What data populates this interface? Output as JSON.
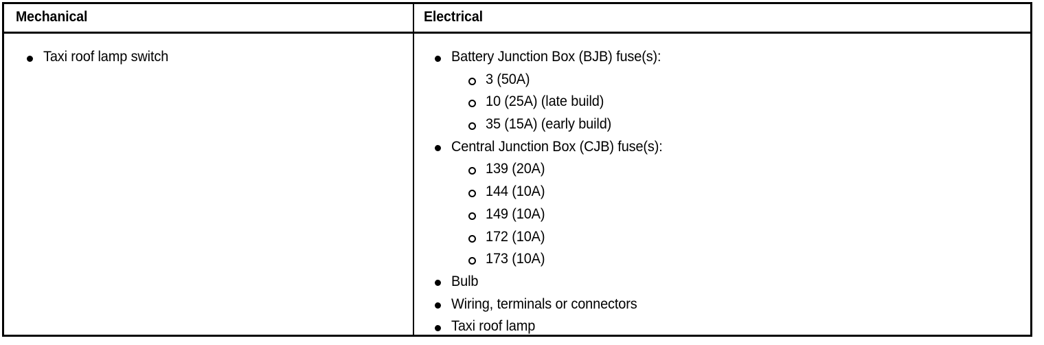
{
  "table": {
    "columns": [
      {
        "header": "Mechanical"
      },
      {
        "header": "Electrical"
      }
    ],
    "mechanical": {
      "items": [
        {
          "marker": "disc",
          "text": "Taxi roof lamp switch"
        }
      ]
    },
    "electrical": {
      "items": [
        {
          "marker": "disc",
          "text": "Battery Junction Box (BJB) fuse(s):",
          "children": [
            {
              "marker": "circle",
              "text": "3 (50A)"
            },
            {
              "marker": "circle",
              "text": "10 (25A) (late build)"
            },
            {
              "marker": "circle",
              "text": "35 (15A) (early build)"
            }
          ]
        },
        {
          "marker": "disc",
          "text": "Central Junction Box (CJB) fuse(s):",
          "children": [
            {
              "marker": "circle",
              "text": "139 (20A)"
            },
            {
              "marker": "circle",
              "text": "144 (10A)"
            },
            {
              "marker": "circle",
              "text": "149 (10A)"
            },
            {
              "marker": "circle",
              "text": "172 (10A)"
            },
            {
              "marker": "circle",
              "text": "173 (10A)"
            }
          ]
        },
        {
          "marker": "disc",
          "text": "Bulb"
        },
        {
          "marker": "disc",
          "text": "Wiring, terminals or connectors"
        },
        {
          "marker": "disc",
          "text": "Taxi roof lamp"
        }
      ]
    }
  },
  "colors": {
    "border": "#000000",
    "text": "#000000",
    "background": "#ffffff"
  }
}
